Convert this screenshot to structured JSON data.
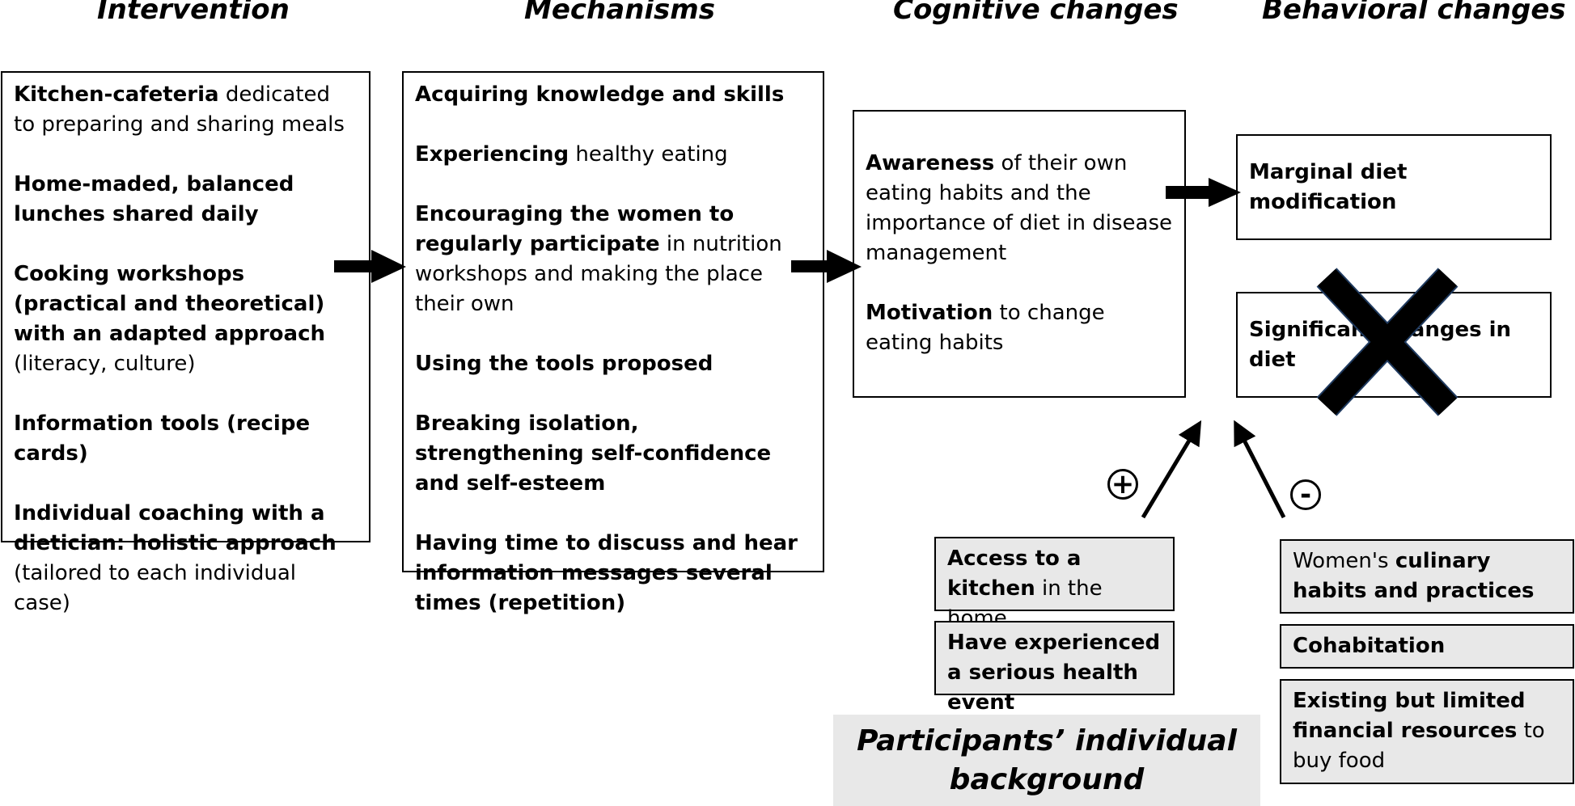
{
  "headers": {
    "intervention": "Intervention",
    "mechanisms": "Mechanisms",
    "cognitive": "Cognitive changes",
    "behavioral": "Behavioral changes"
  },
  "intervention": [
    {
      "bold": "Kitchen-cafeteria",
      "rest": " dedicated to preparing and sharing meals"
    },
    {
      "bold": "Home-maded, balanced lunches shared daily",
      "rest": ""
    },
    {
      "bold": "Cooking workshops (practical and theoretical) with an adapted approach",
      "rest": " (literacy, culture)"
    },
    {
      "bold": "Information tools (recipe cards)",
      "rest": ""
    },
    {
      "bold": "Individual coaching with a dietician: holistic approach",
      "rest": " (tailored to each individual case)"
    }
  ],
  "mechanisms": [
    {
      "bold": "Acquiring knowledge and skills",
      "rest": ""
    },
    {
      "bold": "Experiencing",
      "rest": " healthy eating"
    },
    {
      "bold": "Encouraging the women to regularly participate",
      "rest": " in nutrition workshops and making the place their own"
    },
    {
      "bold": "Using the tools proposed",
      "rest": ""
    },
    {
      "bold": "Breaking isolation, strengthening self-confidence and self-esteem",
      "rest": ""
    },
    {
      "bold": "Having time to discuss and hear information messages several times (repetition)",
      "rest": ""
    }
  ],
  "cognitive": [
    {
      "bold": "Awareness",
      "rest": " of their own eating habits and the importance of diet in disease management"
    },
    {
      "bold": "Motivation",
      "rest": " to change eating habits"
    }
  ],
  "behavioral": {
    "marginal": "Marginal diet modification",
    "significant": "Significant changes in diet"
  },
  "signs": {
    "plus": "+",
    "minus": "-"
  },
  "positive_factors": [
    {
      "bold": "Access to a kitchen",
      "rest": " in the home",
      "pre": ""
    },
    {
      "bold": "Have experienced a serious health event",
      "rest": "",
      "pre": ""
    }
  ],
  "negative_factors": [
    {
      "pre": "Women's ",
      "bold": "culinary habits and practices",
      "rest": ""
    },
    {
      "pre": "",
      "bold": "Cohabitation",
      "rest": ""
    },
    {
      "pre": "",
      "bold": "Existing but limited financial resources",
      "rest": " to buy food"
    }
  ],
  "background_label": "Participants’ individual background",
  "colors": {
    "arrow": "#000000",
    "cross": "#000000",
    "cross_outline": "#1f3a5f",
    "factor_fill": "#e8e8e8"
  }
}
